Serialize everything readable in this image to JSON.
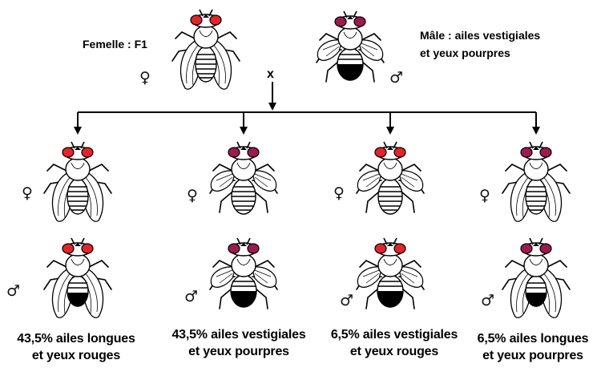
{
  "parents": {
    "female_label": "Femelle : F1",
    "male_label_line1": "Mâle : ailes vestigiales",
    "male_label_line2": "et yeux pourpres",
    "cross_symbol": "x"
  },
  "symbols": {
    "female": "♀",
    "male": "♂"
  },
  "offspring": [
    {
      "line1": "43,5% ailes longues",
      "line2": "et yeux rouges",
      "wings": "long",
      "eyes": "red"
    },
    {
      "line1": "43,5% ailes vestigiales",
      "line2": "et yeux pourpres",
      "wings": "vestigial",
      "eyes": "purple"
    },
    {
      "line1": "6,5% ailes vestigiales",
      "line2": "et yeux rouges",
      "wings": "vestigial",
      "eyes": "red"
    },
    {
      "line1": "6,5% ailes longues",
      "line2": "et yeux pourpres",
      "wings": "long",
      "eyes": "purple"
    }
  ],
  "colors": {
    "red_eye": "#e3242b",
    "purple_eye": "#9c1b4d",
    "line": "#000000"
  }
}
